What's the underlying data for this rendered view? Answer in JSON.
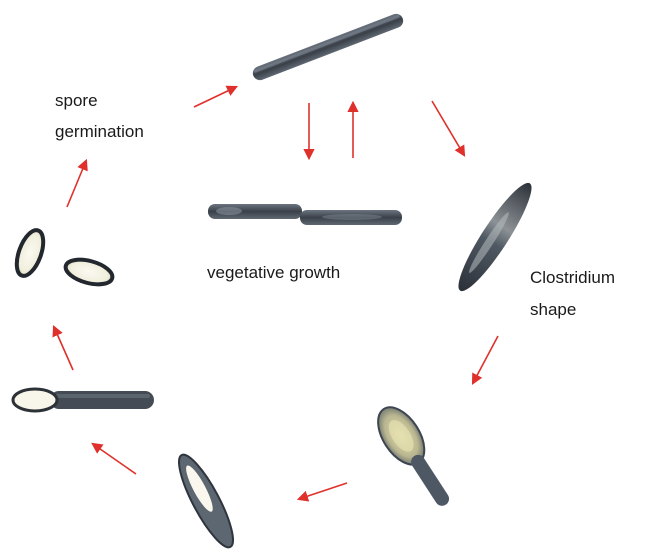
{
  "labels": {
    "spore_germination": [
      "spore",
      "germination"
    ],
    "vegetative_growth": "vegetative growth",
    "clostridium_shape": [
      "Clostridium",
      "shape"
    ]
  },
  "colors": {
    "arrow": "#e0302c",
    "cell_dark": "#2d3138",
    "cell_mid": "#5a6470",
    "cell_light": "#c9c39a",
    "spore_core": "#f7f5ea",
    "background": "#ffffff"
  }
}
